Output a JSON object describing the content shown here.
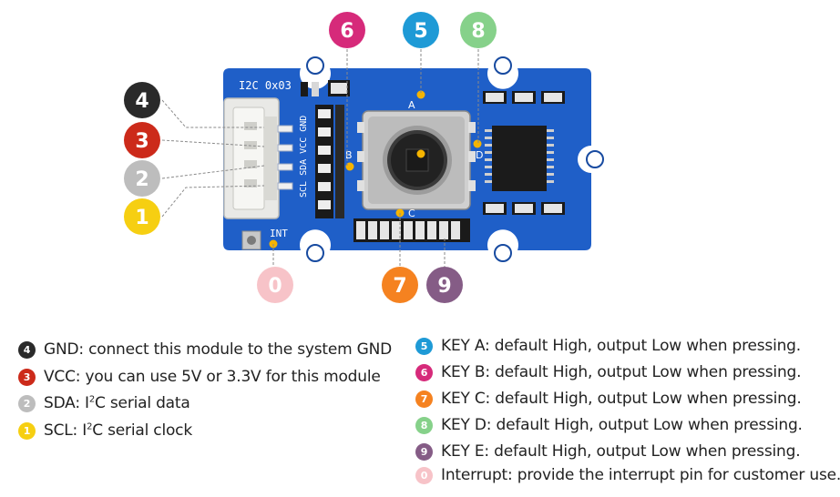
{
  "board": {
    "silkscreen": {
      "i2c_addr": "I2C 0x03",
      "int_label": "INT",
      "pins_label": "SCL SDA VCC GND"
    },
    "keys": {
      "a": "A",
      "b": "B",
      "c": "C",
      "d": "D"
    }
  },
  "callouts": [
    {
      "id": "gnd",
      "number": "4",
      "color": "#2a2a2a"
    },
    {
      "id": "vcc",
      "number": "3",
      "color": "#cc2a1a"
    },
    {
      "id": "sda",
      "number": "2",
      "color": "#bdbdbd"
    },
    {
      "id": "scl",
      "number": "1",
      "color": "#f6cf12"
    },
    {
      "id": "key-b",
      "number": "6",
      "color": "#d62a7a"
    },
    {
      "id": "key-a",
      "number": "5",
      "color": "#1e9ad6"
    },
    {
      "id": "key-d",
      "number": "8",
      "color": "#86d18a"
    },
    {
      "id": "interrupt",
      "number": "0",
      "color": "#f7c3c8"
    },
    {
      "id": "key-c",
      "number": "7",
      "color": "#f58220"
    },
    {
      "id": "key-e",
      "number": "9",
      "color": "#855c86"
    }
  ],
  "legend": {
    "left": [
      {
        "number": "4",
        "color": "#2a2a2a",
        "text": "GND: connect this module to the system GND"
      },
      {
        "number": "3",
        "color": "#cc2a1a",
        "text": "VCC: you can use 5V or 3.3V for this module"
      },
      {
        "number": "2",
        "color": "#bdbdbd",
        "prefix": "SDA: I",
        "sup": "2",
        "suffix": "C serial data"
      },
      {
        "number": "1",
        "color": "#f6cf12",
        "prefix": "SCL: I",
        "sup": "2",
        "suffix": "C serial clock"
      }
    ],
    "right": [
      {
        "number": "5",
        "color": "#1e9ad6",
        "text": "KEY A: default High, output Low when pressing."
      },
      {
        "number": "6",
        "color": "#d62a7a",
        "text": "KEY B: default High, output Low when pressing."
      },
      {
        "number": "7",
        "color": "#f58220",
        "text": "KEY C: default High, output Low when pressing."
      },
      {
        "number": "8",
        "color": "#86d18a",
        "text": "KEY D: default High, output Low when pressing."
      },
      {
        "number": "9",
        "color": "#855c86",
        "text": "KEY E: default High, output Low when pressing."
      },
      {
        "number": "0",
        "color": "#f7c3c8",
        "text": "Interrupt: provide the interrupt pin for customer use."
      }
    ]
  },
  "colors": {
    "pcb": "#1f5fc8",
    "pcb_dark": "#174aa0",
    "marker": "#f5b400"
  }
}
